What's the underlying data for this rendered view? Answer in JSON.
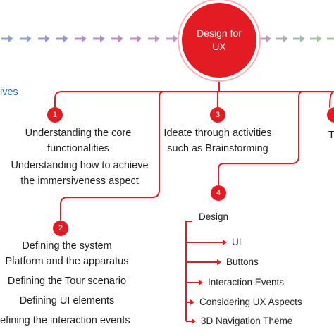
{
  "hub": {
    "line1": "Design for",
    "line2": "UX"
  },
  "left_fragment": "ives",
  "branches": {
    "b1": {
      "number": "1",
      "items": [
        {
          "line1": "Understanding the core",
          "line2": "functionalities"
        },
        {
          "line1": "Understanding how to achieve",
          "line2": "the immersiveness aspect"
        }
      ]
    },
    "b2": {
      "number": "2",
      "items": [
        {
          "line1": "Defining the system",
          "line2": "Platform and the apparatus"
        },
        {
          "line1": "Defining the Tour scenario"
        },
        {
          "line1": "Defining UI elements"
        },
        {
          "line1": "efining the interaction events"
        }
      ]
    },
    "b3": {
      "number": "3",
      "line1": "Ideate through activities",
      "line2": "such as Brainstorming"
    },
    "b4": {
      "number": "4",
      "title": "Design",
      "children": [
        "UI",
        "Buttons",
        "Interaction Events",
        "Considering UX Aspects",
        "3D Navigation Theme"
      ]
    },
    "b5_fragment": "T"
  },
  "colors": {
    "accent": "#e31b23",
    "fragment_text": "#2a6fb0"
  },
  "arrow_colors": [
    "#8ea0cf",
    "#9c94cc",
    "#b28ec7",
    "#bc8cc0",
    "#b99cbb",
    "#a9b0b4",
    "#9fbca9",
    "#a7c49d"
  ]
}
